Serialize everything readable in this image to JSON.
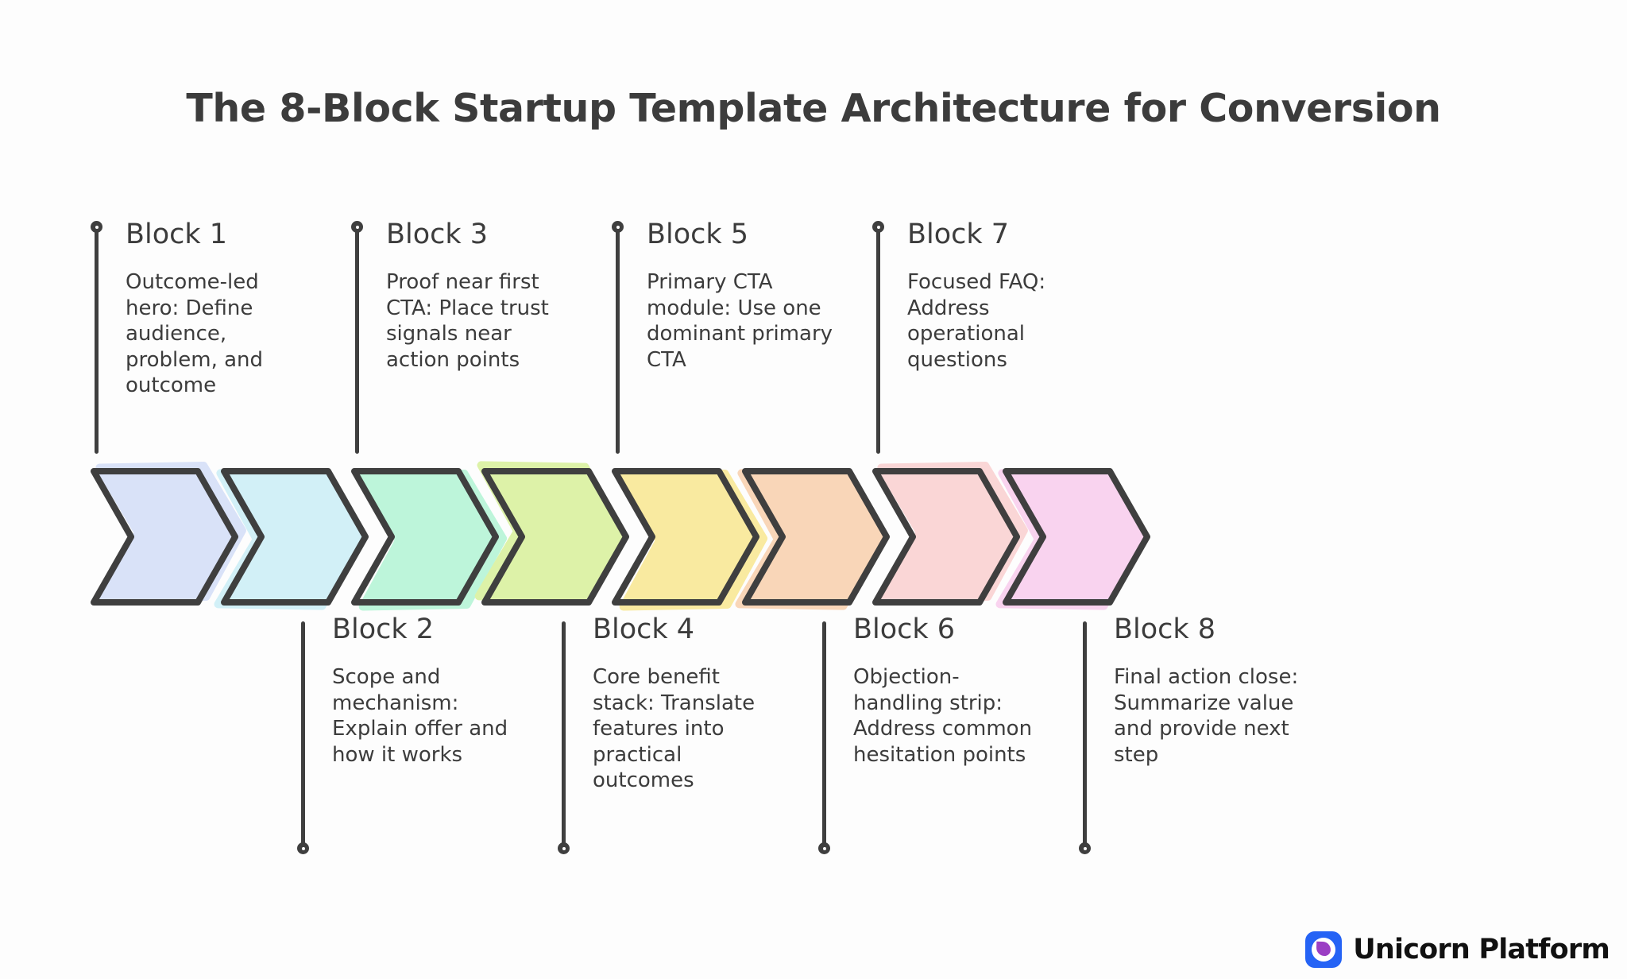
{
  "title": "The 8-Block Startup Template Architecture for Conversion",
  "palette": {
    "stroke": "#3f3f3f",
    "text": "#3c3c3c",
    "background": "#fdfdfd",
    "fills": [
      "#d9e2f8",
      "#d2f0f7",
      "#bdf5da",
      "#ddf2a8",
      "#f9eaa0",
      "#f9d6b8",
      "#fad6d6",
      "#f9d3ef"
    ]
  },
  "blocks": [
    {
      "heading": "Block 1",
      "desc": "Outcome-led hero: Define audience, problem, and outcome",
      "fill": "#d9e2f8",
      "position": "top"
    },
    {
      "heading": "Block 2",
      "desc": "Scope and mechanism: Explain offer and how it works",
      "fill": "#d2f0f7",
      "position": "bottom"
    },
    {
      "heading": "Block 3",
      "desc": "Proof near first CTA: Place trust signals near action points",
      "fill": "#bdf5da",
      "position": "top"
    },
    {
      "heading": "Block 4",
      "desc": "Core benefit stack: Translate features into practical outcomes",
      "fill": "#ddf2a8",
      "position": "bottom"
    },
    {
      "heading": "Block 5",
      "desc": "Primary CTA module: Use one dominant primary CTA",
      "fill": "#f9eaa0",
      "position": "top"
    },
    {
      "heading": "Block 6",
      "desc": "Objection-handling strip: Address common hesitation points",
      "fill": "#f9d6b8",
      "position": "bottom"
    },
    {
      "heading": "Block 7",
      "desc": "Focused FAQ: Address operational questions",
      "fill": "#fad6d6",
      "position": "top"
    },
    {
      "heading": "Block 8",
      "desc": "Final action close: Summarize value and provide next step",
      "fill": "#f9d3ef",
      "position": "bottom"
    }
  ],
  "logo": {
    "wordmark": "Unicorn Platform",
    "mark_color": "#2563f5",
    "drop_color": "#9b3fc4"
  }
}
